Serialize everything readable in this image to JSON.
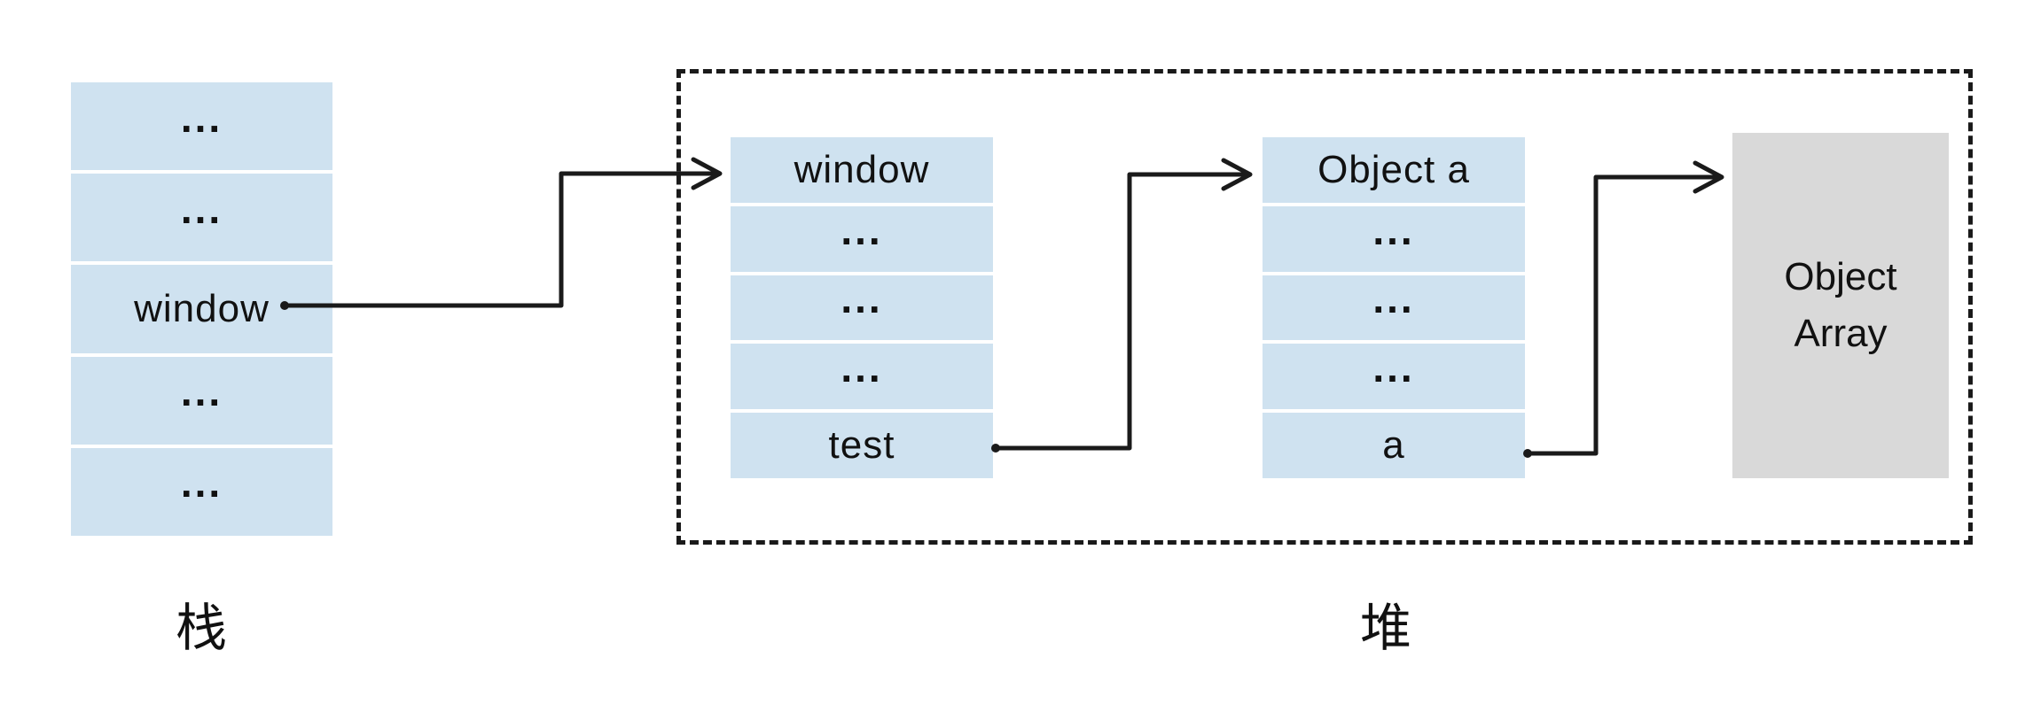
{
  "colors": {
    "cell_blue": "#cfe2f0",
    "box_gray": "#d9d9d9",
    "line": "#1a1a1a",
    "background": "#ffffff"
  },
  "stack": {
    "label": "栈",
    "rows": [
      "...",
      "...",
      "window",
      "...",
      "..."
    ]
  },
  "heap": {
    "label": "堆",
    "window_object": {
      "rows": [
        "window",
        "...",
        "...",
        "...",
        "test"
      ]
    },
    "object_a": {
      "rows": [
        "Object a",
        "...",
        "...",
        "...",
        "a"
      ]
    },
    "object_array": {
      "lines": [
        "Object",
        "Array"
      ]
    }
  },
  "connections": [
    {
      "from": "stack row window",
      "to": "heap window object"
    },
    {
      "from": "window object property test",
      "to": "heap Object a"
    },
    {
      "from": "Object a property a",
      "to": "heap Object Array"
    }
  ]
}
